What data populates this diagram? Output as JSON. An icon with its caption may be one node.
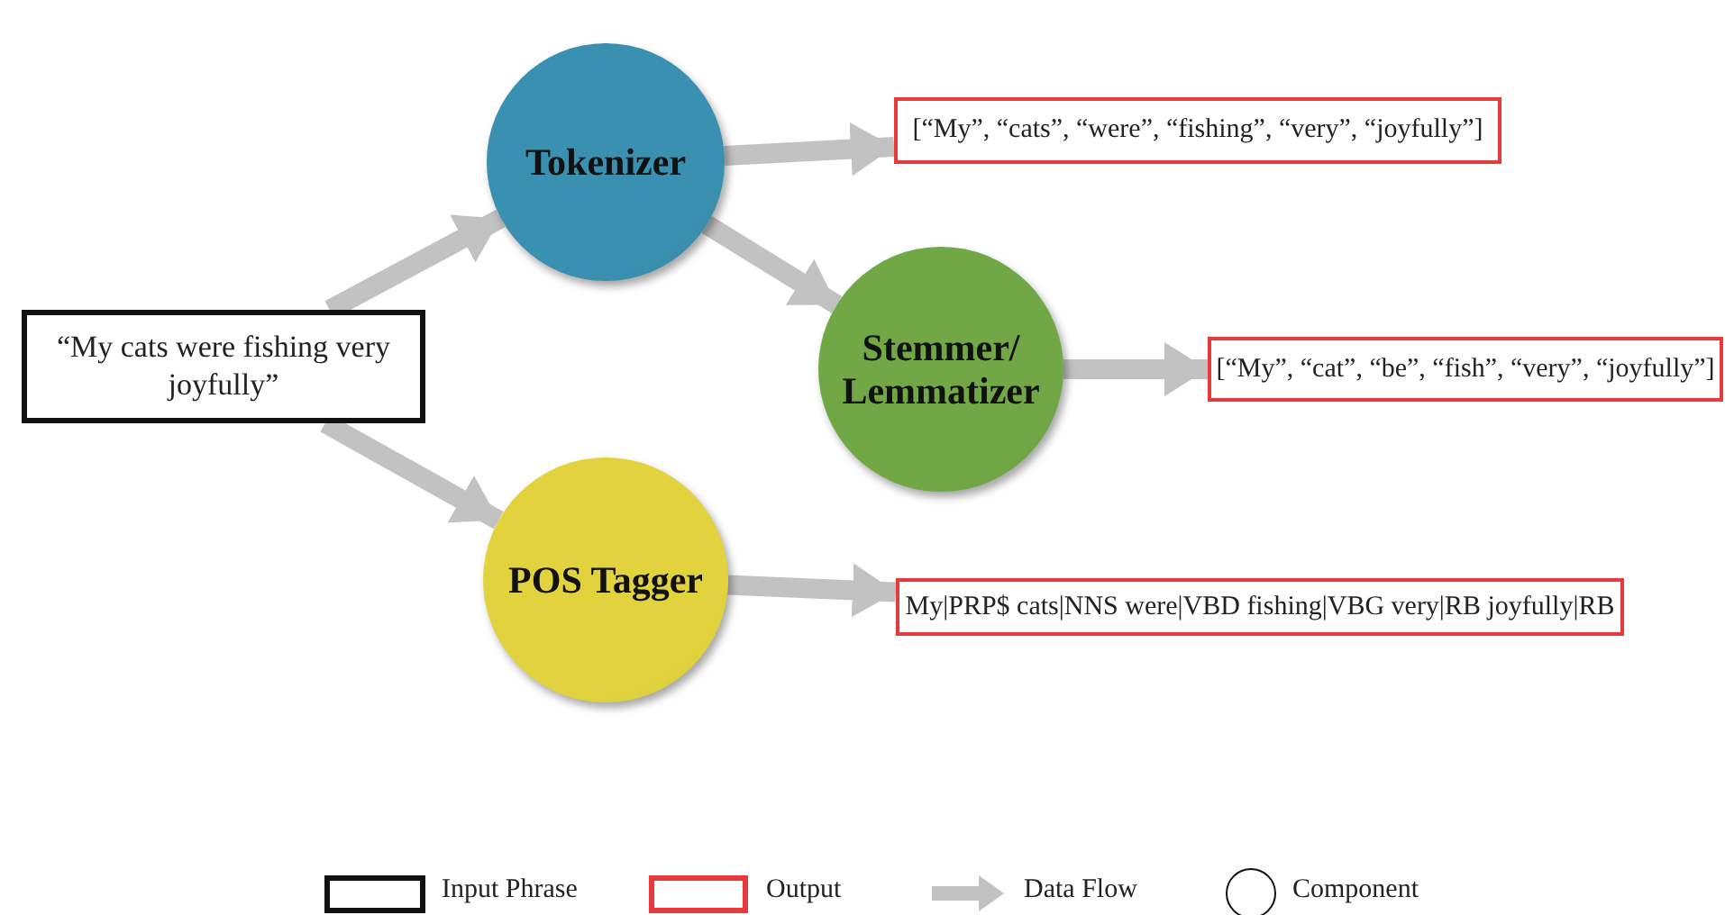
{
  "diagram": {
    "nodes": [
      {
        "text": [
          "“My cats were fishing very joyfully”"
        ]
      },
      {
        "text": [
          "Tokenizer"
        ]
      },
      {
        "text": [
          "[“My”, “cats”, “were”, “fishing”, “very”, “joyfully”]"
        ]
      },
      {
        "text": [
          "Stemmer/ Lemmatizer"
        ]
      },
      {
        "text": [
          "[“My”, “cat”, “be”, “fish”, “very”, “joyfully”]"
        ]
      },
      {
        "text": [
          "POS Tagger"
        ]
      },
      {
        "text": [
          "My|PRP$ cats|NNS were|VBD fishing|VBG very|RB joyfully|RB"
        ]
      }
    ],
    "edges": [
      {
        "from": 0,
        "to": 1,
        "arrow": "to"
      },
      {
        "from": 0,
        "to": 5,
        "arrow": "to"
      },
      {
        "from": 1,
        "to": 2,
        "arrow": "to"
      },
      {
        "from": 1,
        "to": 3,
        "arrow": "to"
      },
      {
        "from": 3,
        "to": 4,
        "arrow": "to"
      },
      {
        "from": 5,
        "to": 6,
        "arrow": "to"
      }
    ],
    "legend": [
      {
        "text": "Input Phrase"
      },
      {
        "text": "Output"
      },
      {
        "text": "Data Flow"
      },
      {
        "text": "Component"
      }
    ]
  }
}
